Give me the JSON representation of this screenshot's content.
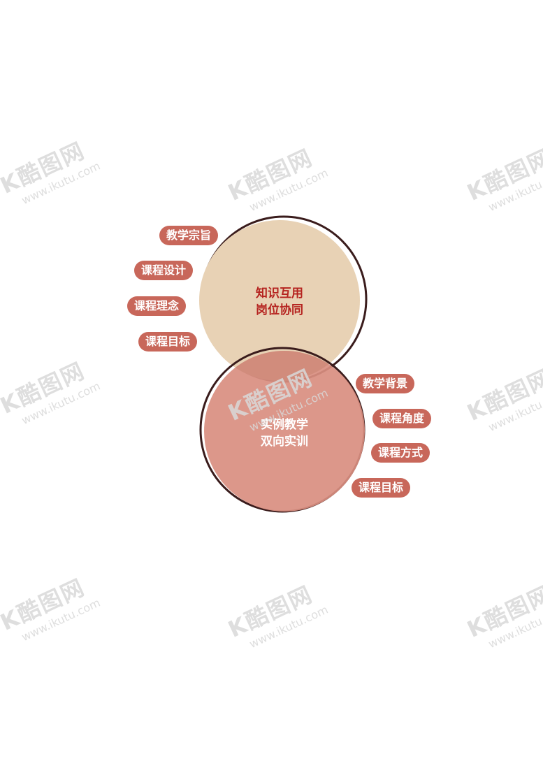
{
  "colors": {
    "top_circle_fill": "#e8d2b5",
    "bottom_circle_fill": "#d98e80",
    "outline": "#3a1c1c",
    "pill_fill": "#c8675a",
    "top_text": "#b5231f",
    "bottom_text": "#ffffff"
  },
  "top_circle": {
    "line1": "知识互用",
    "line2": "岗位协同"
  },
  "bottom_circle": {
    "line1": "实例教学",
    "line2": "双向实训"
  },
  "left_tags": [
    "教学宗旨",
    "课程设计",
    "课程理念",
    "课程目标"
  ],
  "right_tags": [
    "教学背景",
    "课程角度",
    "课程方式",
    "课程目标"
  ],
  "watermark": {
    "brand": "K酷图网",
    "url": "www.ikutu.com"
  }
}
